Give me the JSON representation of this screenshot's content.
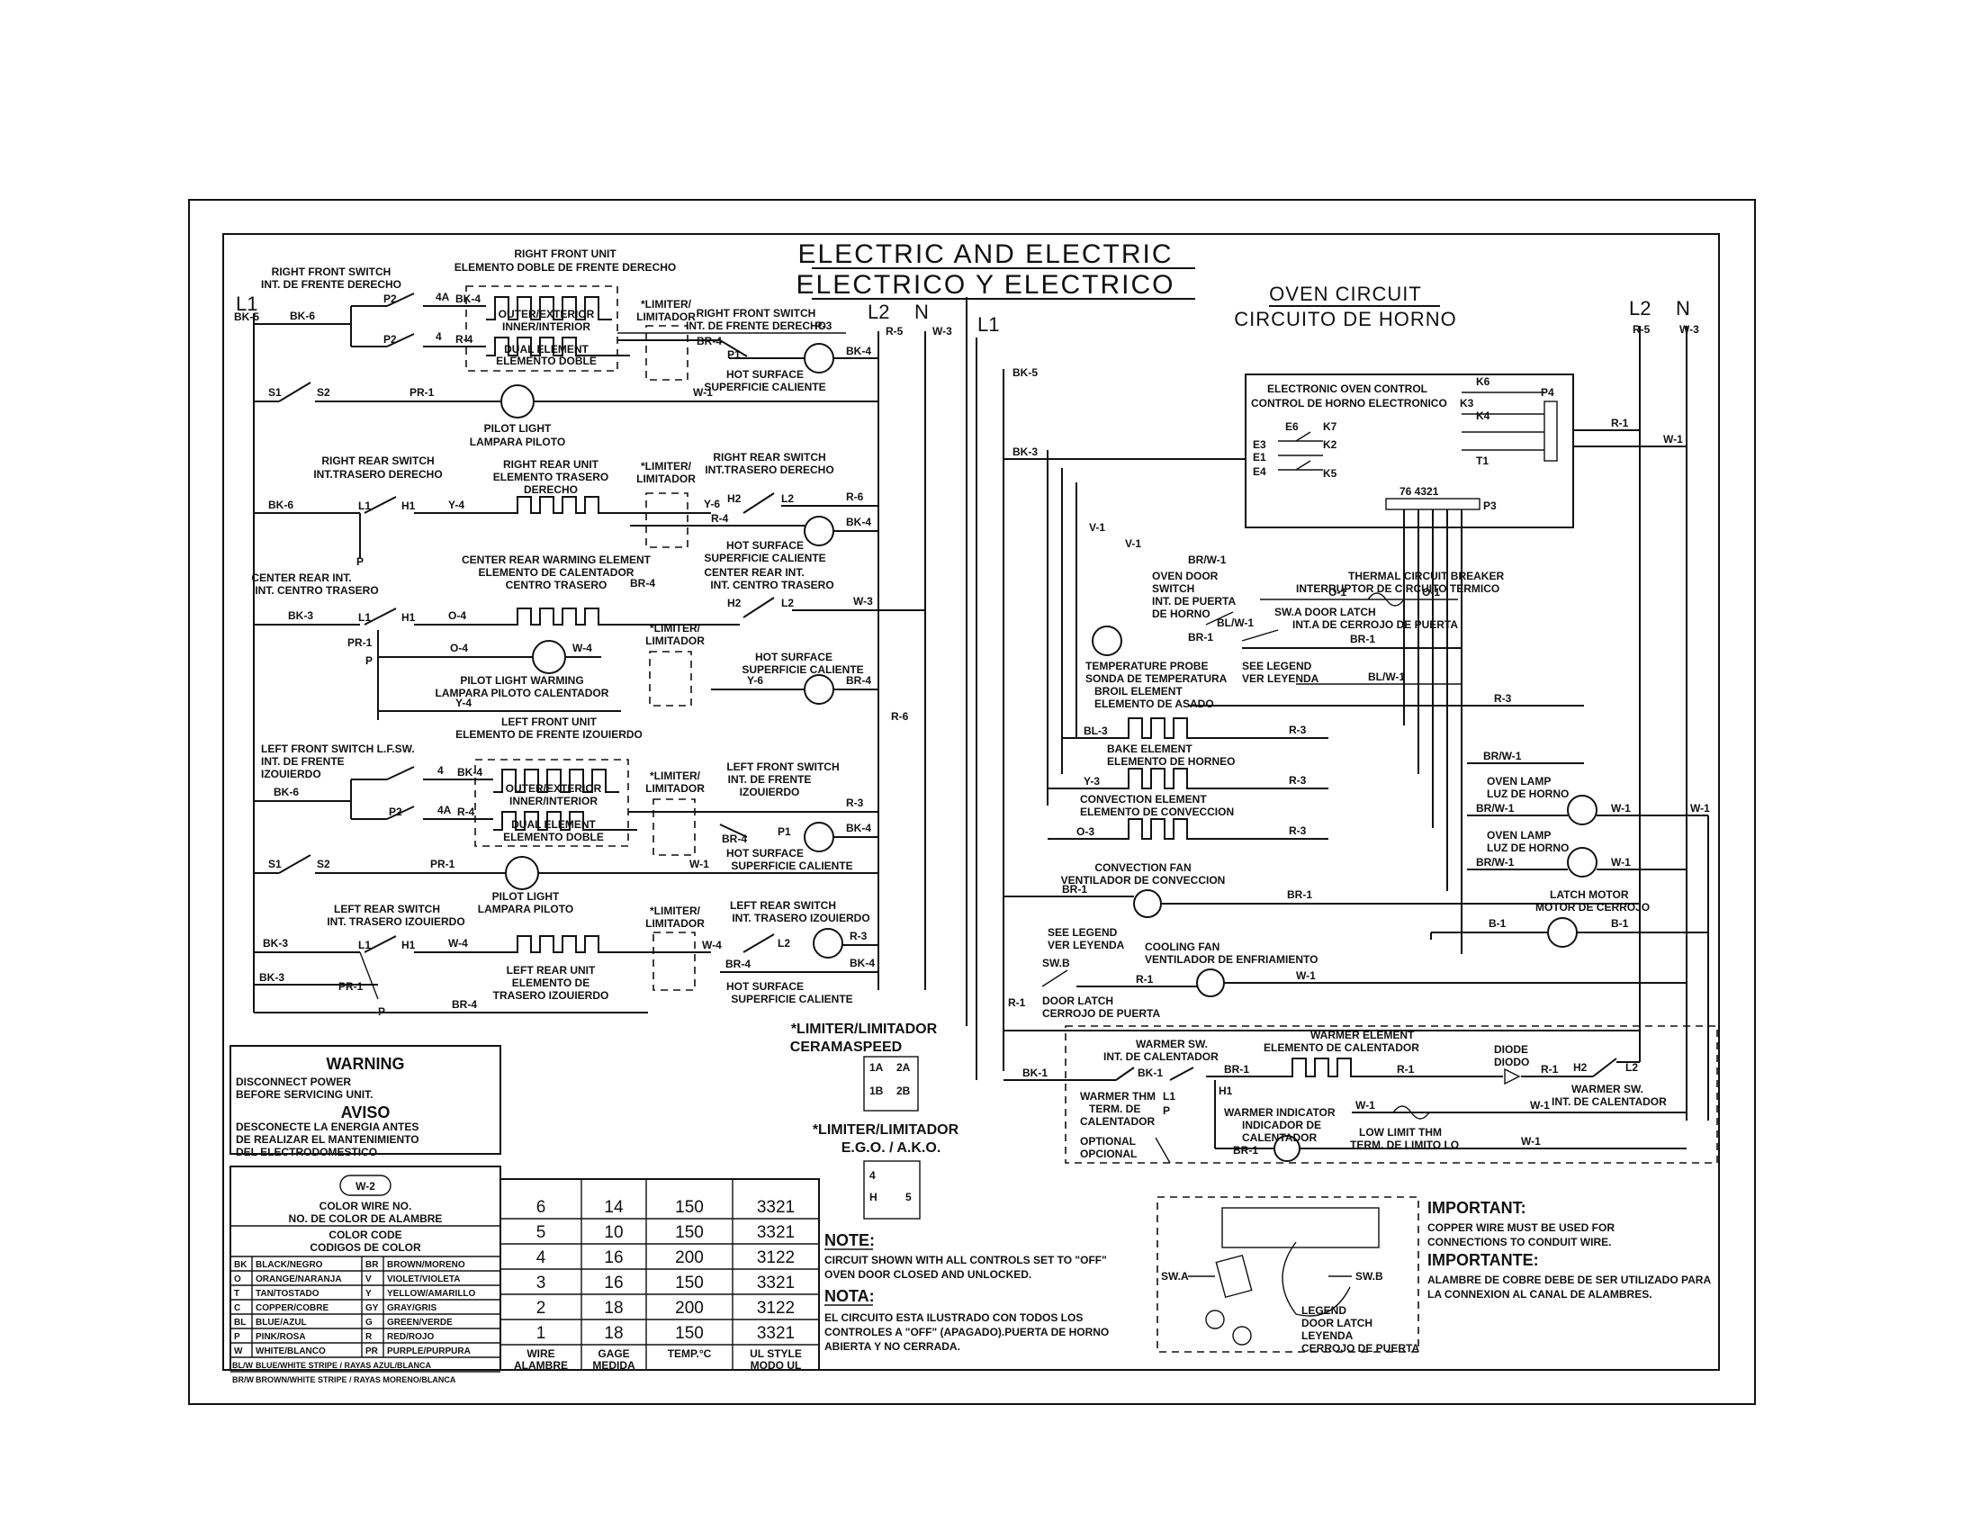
{
  "titles": {
    "main_en": "ELECTRIC AND ELECTRIC",
    "main_es": "ELECTRICO Y ELECTRICO",
    "oven_en": "OVEN CIRCUIT",
    "oven_es": "CIRCUITO DE HORNO"
  },
  "lines": {
    "L1": "L1",
    "L2": "L2",
    "N": "N"
  },
  "cooktop": {
    "rf_unit": [
      "RIGHT FRONT UNIT",
      "ELEMENTO DOBLE DE FRENTE DERECHO"
    ],
    "rf_switch": [
      "RIGHT FRONT SWITCH",
      "INT. DE FRENTE DERECHO"
    ],
    "rf_switch2": [
      "RIGHT FRONT SWITCH",
      "INT. DE FRENTE DERECHO"
    ],
    "outer_inner": [
      "OUTER/EXTERIOR",
      "INNER/INTERIOR"
    ],
    "dual": [
      "DUAL ELEMENT",
      "ELEMENTO DOBLE"
    ],
    "limiter": [
      "*LIMITER/",
      "LIMITADOR"
    ],
    "hot_surface": [
      "HOT SURFACE",
      "SUPERFICIE CALIENTE"
    ],
    "pilot": [
      "PILOT LIGHT",
      "LAMPARA PILOTO"
    ],
    "rr_switch": [
      "RIGHT REAR SWITCH",
      "INT.TRASERO DERECHO"
    ],
    "rr_unit": [
      "RIGHT REAR UNIT",
      "ELEMENTO TRASERO",
      "DERECHO"
    ],
    "rr_switch2": [
      "RIGHT REAR SWITCH",
      "INT.TRASERO DERECHO"
    ],
    "cr_warming": [
      "CENTER REAR WARMING ELEMENT",
      "ELEMENTO DE CALENTADOR",
      "CENTRO TRASERO"
    ],
    "cr_int": [
      "CENTER REAR INT.",
      "INT. CENTRO TRASERO"
    ],
    "cr_int2": [
      "CENTER REAR INT.",
      "INT. CENTRO TRASERO"
    ],
    "pilot_warming": [
      "PILOT LIGHT WARMING",
      "LAMPARA PILOTO CALENTADOR"
    ],
    "lf_unit": [
      "LEFT FRONT UNIT",
      "ELEMENTO DE FRENTE IZOUIERDO"
    ],
    "lf_switch": [
      "LEFT FRONT SWITCH L.F.SW.",
      "INT. DE FRENTE",
      "IZOUIERDO"
    ],
    "lf_switch2": [
      "LEFT FRONT SWITCH",
      "INT. DE FRENTE",
      "IZOUIERDO"
    ],
    "lr_switch": [
      "LEFT REAR SWITCH",
      "INT. TRASERO IZOUIERDO"
    ],
    "lr_unit": [
      "LEFT REAR UNIT",
      "ELEMENTO DE",
      "TRASERO IZOUIERDO"
    ],
    "lr_switch2": [
      "LEFT REAR SWITCH",
      "INT. TRASERO IZOUIERDO"
    ],
    "ceramaspeed": [
      "*LIMITER/LIMITADOR",
      "CERAMASPEED"
    ],
    "ego": [
      "*LIMITER/LIMITADOR",
      "E.G.O. / A.K.O."
    ]
  },
  "wires": {
    "bk5": "BK-5",
    "bk6": "BK-6",
    "bk4": "BK-4",
    "r4": "R-4",
    "r3": "R-3",
    "r5": "R-5",
    "w3": "W-3",
    "br4": "BR-4",
    "w1": "W-1",
    "pr1": "PR-1",
    "y4": "Y-4",
    "r6": "R-6",
    "bk3": "BK-3",
    "o4": "O-4",
    "y6": "Y-6",
    "s1": "S1",
    "s2": "S2",
    "l1": "L1",
    "h1": "H1",
    "h2": "H2",
    "l2": "L2",
    "p": "P",
    "p1": "P1",
    "p2": "P2",
    "n4a": "4A",
    "n4": "4",
    "br1": "BR-1",
    "bl3": "BL-3",
    "y3": "Y-3",
    "o3": "O-3",
    "v1": "V-1",
    "brw1": "BR/W-1",
    "blw1": "BL/W-1",
    "b1": "B-1",
    "r1": "R-1",
    "bk1": "BK-1",
    "o1": "O-1"
  },
  "oven": {
    "control": [
      "ELECTRONIC OVEN CONTROL",
      "CONTROL DE HORNO ELECTRONICO"
    ],
    "relays": [
      "E6",
      "E1",
      "E3",
      "E4",
      "K7",
      "K2",
      "K3",
      "K6",
      "K4",
      "K5",
      "T1",
      "P4"
    ],
    "p3": [
      "76 4321",
      "P3"
    ],
    "door_switch": [
      "OVEN DOOR",
      "SWITCH",
      "INT. DE PUERTA",
      "DE HORNO"
    ],
    "thermal": [
      "THERMAL CIRCUIT BREAKER",
      "INTERRUPTOR DE CIRCUITO TERMICO"
    ],
    "door_latch_sw": [
      "SW.A DOOR LATCH",
      "INT.A DE CERROJO DE PUERTA"
    ],
    "probe": [
      "TEMPERATURE PROBE",
      "SONDA DE TEMPERATURA"
    ],
    "see_legend": [
      "SEE LEGEND",
      "VER LEYENDA"
    ],
    "broil": [
      "BROIL ELEMENT",
      "ELEMENTO DE ASADO"
    ],
    "bake": [
      "BAKE ELEMENT",
      "ELEMENTO DE HORNEO"
    ],
    "convection": [
      "CONVECTION ELEMENT",
      "ELEMENTO DE CONVECCION"
    ],
    "conv_fan": [
      "CONVECTION FAN",
      "VENTILADOR DE CONVECCION"
    ],
    "lamp": [
      "OVEN LAMP",
      "LUZ DE HORNO"
    ],
    "latch_motor": [
      "LATCH MOTOR",
      "MOTOR DE CERROJO"
    ],
    "cooling_fan": [
      "COOLING FAN",
      "VENTILADOR DE ENFRIAMIENTO"
    ],
    "see_legend2": [
      "SEE LEGEND",
      "VER LEYENDA",
      "SW.B"
    ],
    "door_latch": [
      "DOOR LATCH",
      "CERROJO DE PUERTA"
    ],
    "warmer_sw": [
      "WARMER SW.",
      "INT. DE CALENTADOR"
    ],
    "warmer_el": [
      "WARMER ELEMENT",
      "ELEMENTO DE CALENTADOR"
    ],
    "diode": [
      "DIODE",
      "DIODO"
    ],
    "warmer_sw2": [
      "WARMER SW.",
      "INT. DE CALENTADOR"
    ],
    "warmer_thm": [
      "WARMER THM",
      "TERM. DE",
      "CALENTADOR"
    ],
    "optional": [
      "OPTIONAL",
      "OPCIONAL"
    ],
    "warmer_ind": [
      "WARMER INDICATOR",
      "INDICADOR DE",
      "CALENTADOR"
    ],
    "low_limit": [
      "LOW LIMIT THM",
      "TERM. DE LIMITO LO"
    ]
  },
  "warning": {
    "title": "WARNING",
    "text": [
      "DISCONNECT POWER",
      "BEFORE SERVICING UNIT."
    ],
    "title_es": "AVISO",
    "text_es": [
      "DESCONECTE LA ENERGIA ANTES",
      "DE REALIZAR EL MANTENIMIENTO",
      "DEL ELECTRODOMESTICO"
    ]
  },
  "color_key": {
    "sample": "W-2",
    "caption": [
      "COLOR WIRE NO.",
      "NO. DE COLOR DE ALAMBRE"
    ],
    "header": [
      "COLOR CODE",
      "CODIGOS DE COLOR"
    ],
    "rows": [
      [
        "BK",
        "BLACK/NEGRO",
        "BR",
        "BROWN/MORENO"
      ],
      [
        "O",
        "ORANGE/NARANJA",
        "V",
        "VIOLET/VIOLETA"
      ],
      [
        "T",
        "TAN/TOSTADO",
        "Y",
        "YELLOW/AMARILLO"
      ],
      [
        "C",
        "COPPER/COBRE",
        "GY",
        "GRAY/GRIS"
      ],
      [
        "BL",
        "BLUE/AZUL",
        "G",
        "GREEN/VERDE"
      ],
      [
        "P",
        "PINK/ROSA",
        "R",
        "RED/ROJO"
      ],
      [
        "W",
        "WHITE/BLANCO",
        "PR",
        "PURPLE/PURPURA"
      ]
    ],
    "stripes": [
      [
        "BL/W",
        "BLUE/WHITE STRIPE / RAYAS AZUL/BLANCA"
      ],
      [
        "BR/W",
        "BROWN/WHITE STRIPE / RAYAS MORENO/BLANCA"
      ]
    ]
  },
  "wire_table": {
    "rows": [
      [
        "6",
        "14",
        "150",
        "3321"
      ],
      [
        "5",
        "10",
        "150",
        "3321"
      ],
      [
        "4",
        "16",
        "200",
        "3122"
      ],
      [
        "3",
        "16",
        "150",
        "3321"
      ],
      [
        "2",
        "18",
        "200",
        "3122"
      ],
      [
        "1",
        "18",
        "150",
        "3321"
      ]
    ],
    "headers": [
      [
        "WIRE",
        "ALAMBRE"
      ],
      [
        "GAGE",
        "MEDIDA"
      ],
      [
        "TEMP.°C"
      ],
      [
        "UL STYLE",
        "MODO UL"
      ]
    ]
  },
  "notes": {
    "note_title": "NOTE:",
    "note": [
      "CIRCUIT SHOWN WITH ALL CONTROLS SET TO \"OFF\"",
      "OVEN DOOR CLOSED AND UNLOCKED."
    ],
    "nota_title": "NOTA:",
    "nota": [
      "EL CIRCUITO ESTA ILUSTRADO CON TODOS LOS",
      "CONTROLES A \"OFF\" (APAGADO).PUERTA DE HORNO",
      "ABIERTA Y NO CERRADA."
    ],
    "important_title": "IMPORTANT:",
    "important": [
      "COPPER WIRE MUST BE USED FOR",
      "CONNECTIONS TO CONDUIT WIRE."
    ],
    "importante_title": "IMPORTANTE:",
    "importante": [
      "ALAMBRE DE COBRE DEBE DE SER UTILIZADO PARA",
      "LA CONNEXION AL CANAL DE ALAMBRES."
    ]
  },
  "legend": {
    "swa": "SW.A",
    "swb": "SW.B",
    "text": [
      "LEGEND",
      "DOOR LATCH",
      "LEYENDA",
      "CERROJO DE PUERTA"
    ]
  },
  "ceramaspeed_pins": [
    "1A",
    "2A",
    "1B",
    "2B"
  ],
  "ego_pins": [
    "4",
    "H",
    "5"
  ]
}
